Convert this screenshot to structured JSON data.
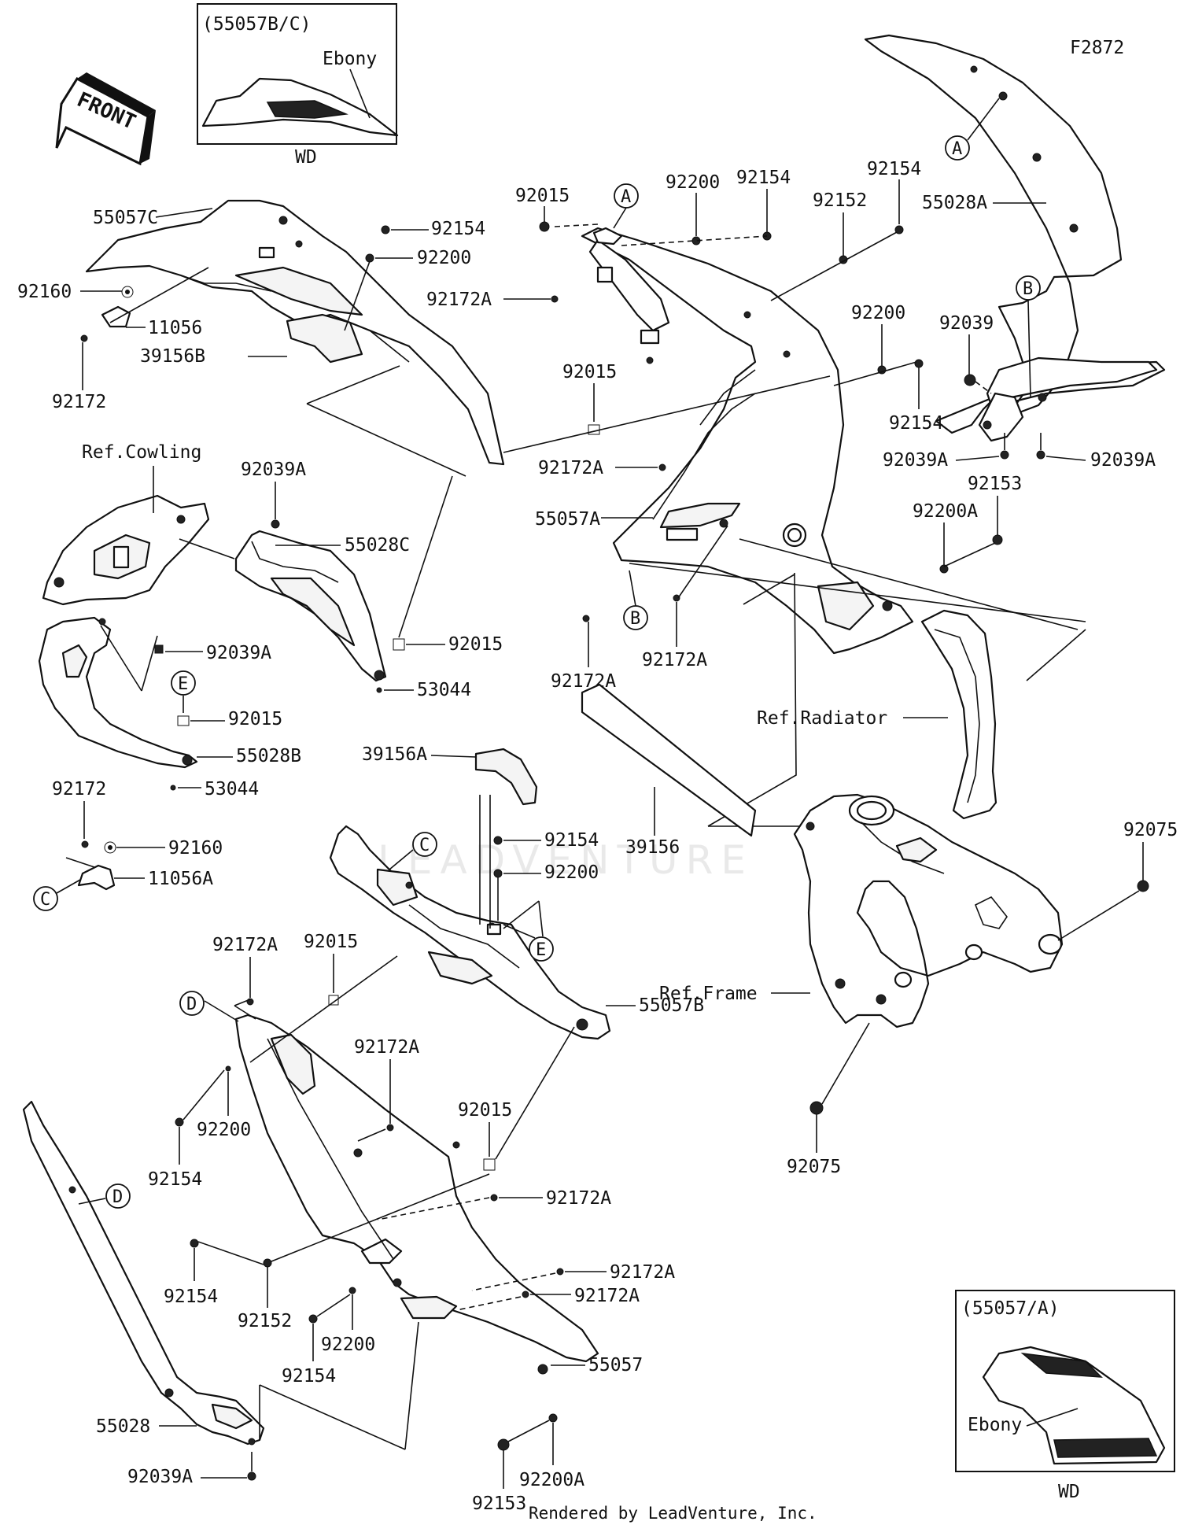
{
  "figure_code": "F2872",
  "front_label": "FRONT",
  "footer": "Rendered by LeadVenture, Inc.",
  "watermark": "LEADVENTURE",
  "insets": [
    {
      "code": "(55057B/C)",
      "color": "Ebony",
      "note": "WD"
    },
    {
      "code": "(55057/A)",
      "color": "Ebony",
      "note": "WD"
    }
  ],
  "callouts": {
    "a1": "A",
    "a2": "A",
    "b1": "B",
    "b2": "B",
    "c1": "C",
    "c2": "C",
    "d1": "D",
    "d2": "D",
    "e1": "E",
    "e2": "E"
  },
  "labels": {
    "p55057C": "55057C",
    "p92160": "92160",
    "p11056": "11056",
    "p92172": "92172",
    "p39156B": "39156B",
    "p92154_top": "92154",
    "p92200_top": "92200",
    "p92015_top": "92015",
    "p92172A_top": "92172A",
    "p92200_a": "92200",
    "p92154_a": "92154",
    "p92152_a": "92152",
    "p92154_b": "92154",
    "p55028A": "55028A",
    "p92039": "92039",
    "p92200_r": "92200",
    "p92154_r": "92154",
    "p92015_mid": "92015",
    "p92172A_mid": "92172A",
    "p92039A_r1": "92039A",
    "p92039A_r2": "92039A",
    "p92153_r": "92153",
    "p92200A_r": "92200A",
    "p55057A": "55057A",
    "p92172A_b1": "92172A",
    "p92172A_b2": "92172A",
    "ref_cowling": "Ref.Cowling",
    "p92039A_c": "92039A",
    "p55028C": "55028C",
    "p92039A_l": "92039A",
    "p92015_c": "92015",
    "p53044_c": "53044",
    "p92015_e": "92015",
    "p55028B": "55028B",
    "p53044_l": "53044",
    "ref_radiator": "Ref.Radiator",
    "p92172_l": "92172",
    "p92160_l": "92160",
    "p11056A": "11056A",
    "p39156A": "39156A",
    "p39156": "39156",
    "p92154_m": "92154",
    "p92200_m": "92200",
    "p92075_top": "92075",
    "ref_frame": "Ref.Frame",
    "p92075_bot": "92075",
    "p92172A_lw": "92172A",
    "p92015_lw": "92015",
    "p55057B": "55057B",
    "p92200_lw": "92200",
    "p92172A_lw2": "92172A",
    "p92154_lw": "92154",
    "p92015_lw2": "92015",
    "p92172A_lw3": "92172A",
    "p92152_lw": "92152",
    "p92154_lw2": "92154",
    "p92172A_lw4": "92172A",
    "p92172A_lw5": "92172A",
    "p92200_lw3": "92200",
    "p92154_lw3": "92154",
    "p55057": "55057",
    "p55028": "55028",
    "p92039A_bot": "92039A",
    "p92200A_bot": "92200A",
    "p92153_bot": "92153"
  }
}
